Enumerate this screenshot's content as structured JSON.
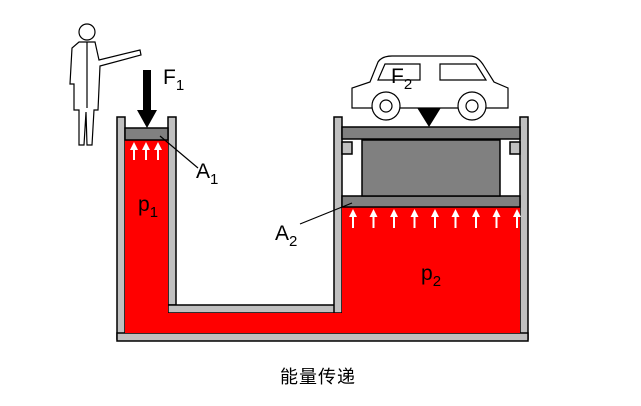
{
  "labels": {
    "force_small": {
      "main": "F",
      "sub": "1"
    },
    "force_large": {
      "main": "F",
      "sub": "2"
    },
    "area_small": {
      "main": "A",
      "sub": "1"
    },
    "area_large": {
      "main": "A",
      "sub": "2"
    },
    "pressure_small": {
      "main": "p",
      "sub": "1"
    },
    "pressure_large": {
      "main": "p",
      "sub": "2"
    }
  },
  "caption": "能量传递",
  "colors": {
    "fluid": "#ff0000",
    "wall": "#c0c0c0",
    "plate": "#808080",
    "background": "#ffffff"
  }
}
